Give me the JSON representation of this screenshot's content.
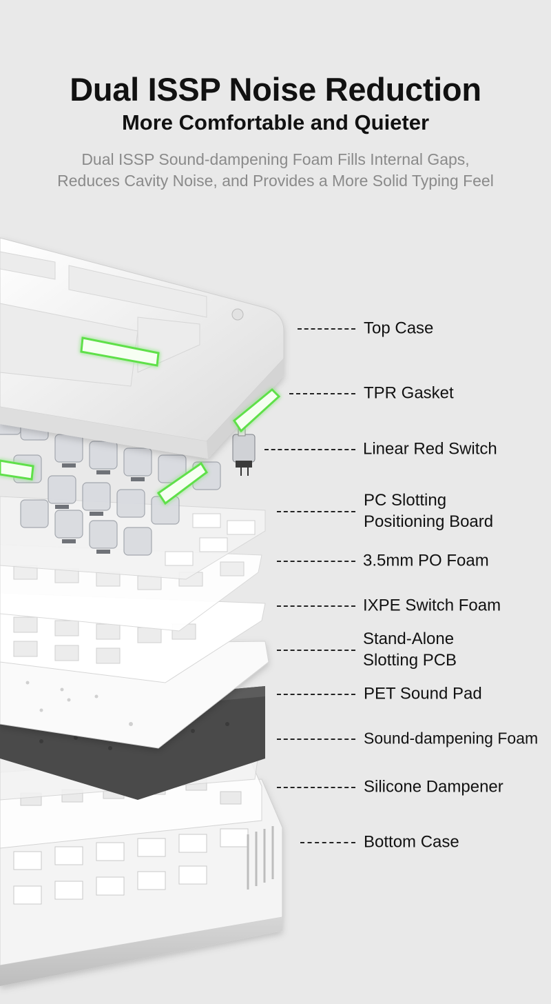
{
  "header": {
    "title": "Dual ISSP Noise Reduction",
    "subtitle": "More Comfortable and Quieter",
    "description": "Dual ISSP Sound-dampening Foam Fills Internal Gaps, Reduces Cavity Noise, and Provides a More Solid Typing Feel"
  },
  "layers": [
    {
      "id": "top-case",
      "label": "Top Case"
    },
    {
      "id": "tpr-gasket",
      "label": "TPR Gasket"
    },
    {
      "id": "linear-red-switch",
      "label": "Linear Red Switch"
    },
    {
      "id": "pc-slotting-board",
      "label_line1": "PC Slotting",
      "label_line2": "Positioning Board"
    },
    {
      "id": "po-foam",
      "label": "3.5mm PO Foam"
    },
    {
      "id": "ixpe-switch-foam",
      "label": "IXPE Switch Foam"
    },
    {
      "id": "stand-alone-pcb",
      "label_line1": "Stand-Alone",
      "label_line2": "Slotting PCB"
    },
    {
      "id": "pet-sound-pad",
      "label": "PET Sound Pad"
    },
    {
      "id": "sound-dampening-foam",
      "label": "Sound-dampening Foam"
    },
    {
      "id": "silicone-dampener",
      "label": "Silicone Dampener"
    },
    {
      "id": "bottom-case",
      "label": "Bottom Case"
    }
  ],
  "colors": {
    "background": "#e9e9e9",
    "gasket_glow": "#5fe04a",
    "pet_pad": "#4a4a4a",
    "description_text": "#8a8a8a"
  }
}
